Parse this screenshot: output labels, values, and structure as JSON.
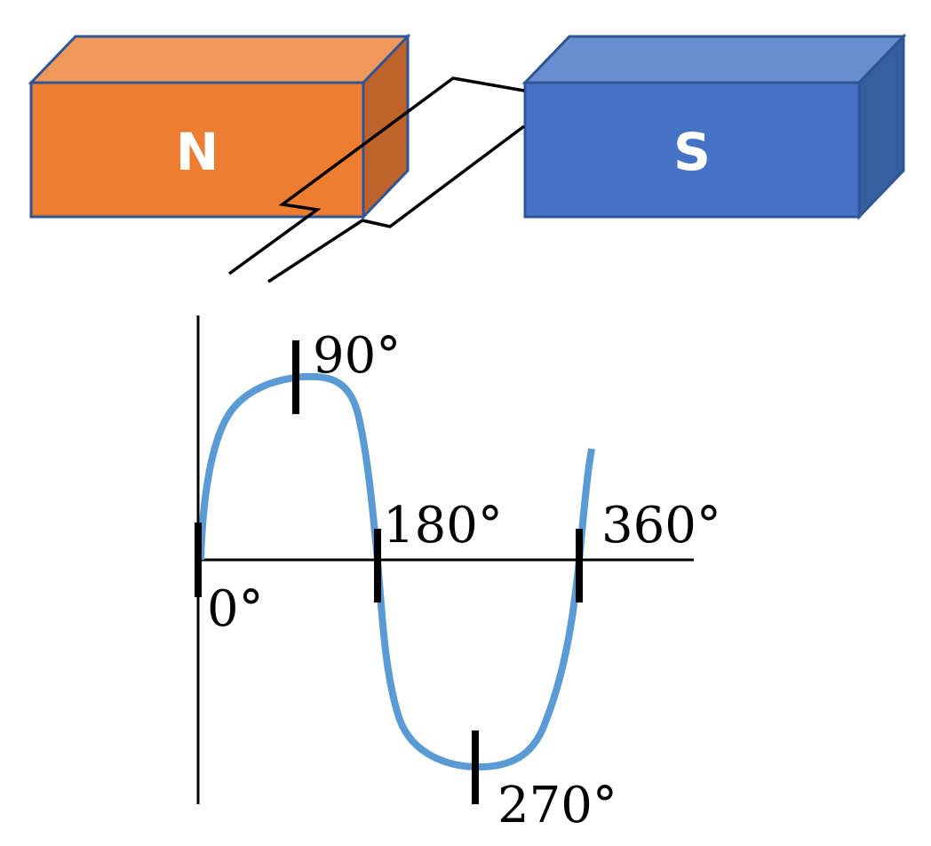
{
  "magnets": {
    "north": {
      "label": "N",
      "front": "#ED7D31",
      "top": "#F0985B",
      "side": "#C0632A",
      "stroke": "#2F5597"
    },
    "south": {
      "label": "S",
      "front": "#4472C4",
      "top": "#698ED0",
      "side": "#365F9F",
      "stroke": "#2F5597"
    }
  },
  "waveform": {
    "curve_color": "#5B9BD5",
    "labels": {
      "deg0": "0°",
      "deg90": "90°",
      "deg180": "180°",
      "deg270": "270°",
      "deg360": "360°"
    }
  }
}
